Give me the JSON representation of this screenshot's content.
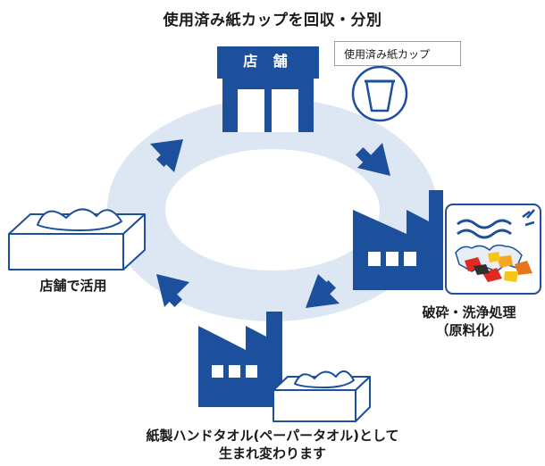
{
  "title": "使用済み紙カップを回収・分別",
  "store": {
    "sign": "店 舗"
  },
  "cup_label": "使用済み紙カップ",
  "stages": {
    "crush": {
      "line1": "破砕・洗浄処理",
      "line2": "（原料化）"
    },
    "towel": {
      "line1": "紙製ハンドタオル(ペーパータオル)として",
      "line2": "生まれ変わります"
    },
    "reuse": {
      "line1": "店舗で活用"
    }
  },
  "colors": {
    "primary": "#1c4f9c",
    "ring": "#dce7f3",
    "box_fill": "#ffffff",
    "box_stroke": "#1c4f9c"
  },
  "icons": [
    "store-icon",
    "cup-icon",
    "factory-icon",
    "crushed-paper-icon",
    "tissue-box-icon",
    "arrow-icon"
  ]
}
